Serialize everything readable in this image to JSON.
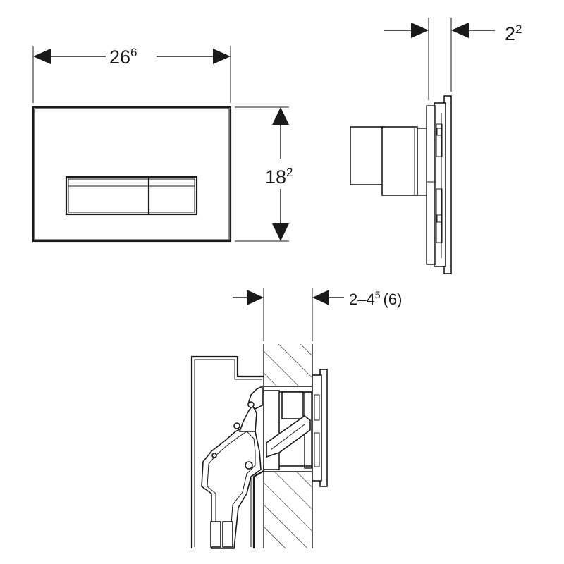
{
  "dimensions": {
    "width": {
      "main": "26",
      "sup": "6"
    },
    "height": {
      "main": "18",
      "sup": "2"
    },
    "plate_depth": {
      "main": "2",
      "sup": "2"
    },
    "wall_thickness": {
      "main": "2–4",
      "sup": "5",
      "suffix": "(6)"
    }
  },
  "views": [
    "front-view",
    "side-view",
    "installation-section"
  ]
}
